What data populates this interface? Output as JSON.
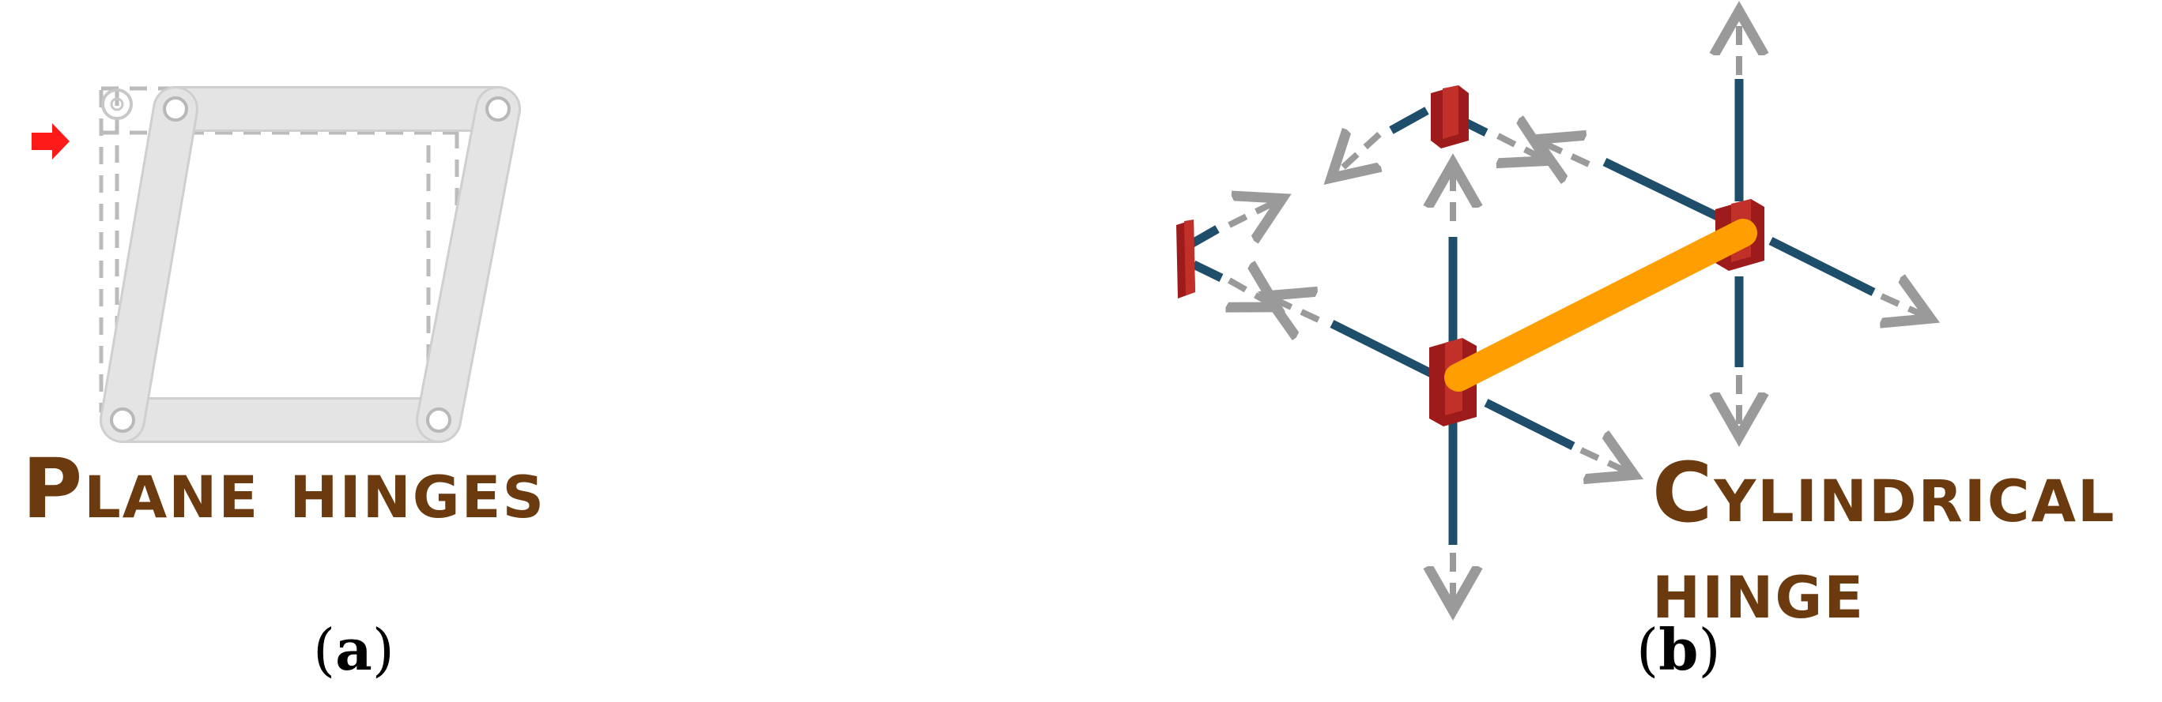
{
  "panel_a": {
    "title": "Plane hinges",
    "caption_open": "(",
    "caption_letter": "a",
    "caption_close": ")"
  },
  "panel_b": {
    "title_line1": "Cylindrical",
    "title_line2": "hinge",
    "caption_open": "(",
    "caption_letter": "b",
    "caption_close": ")"
  },
  "colors": {
    "title": "#6b3a0e",
    "frame_fill": "#e3e3e3",
    "frame_stroke": "#cfcfcf",
    "dashed_guide": "#bbbbbb",
    "push_arrow": "#ff1a1a",
    "axis_line": "#1f4e6b",
    "direction_arrow": "#9a9a9a",
    "hinge_block": "#9e1b1b",
    "hinge_axis": "#ff9e00"
  },
  "icons": {
    "push_arrow": "right-arrow-icon",
    "direction_arrows": "dashed-arrow-icon"
  }
}
